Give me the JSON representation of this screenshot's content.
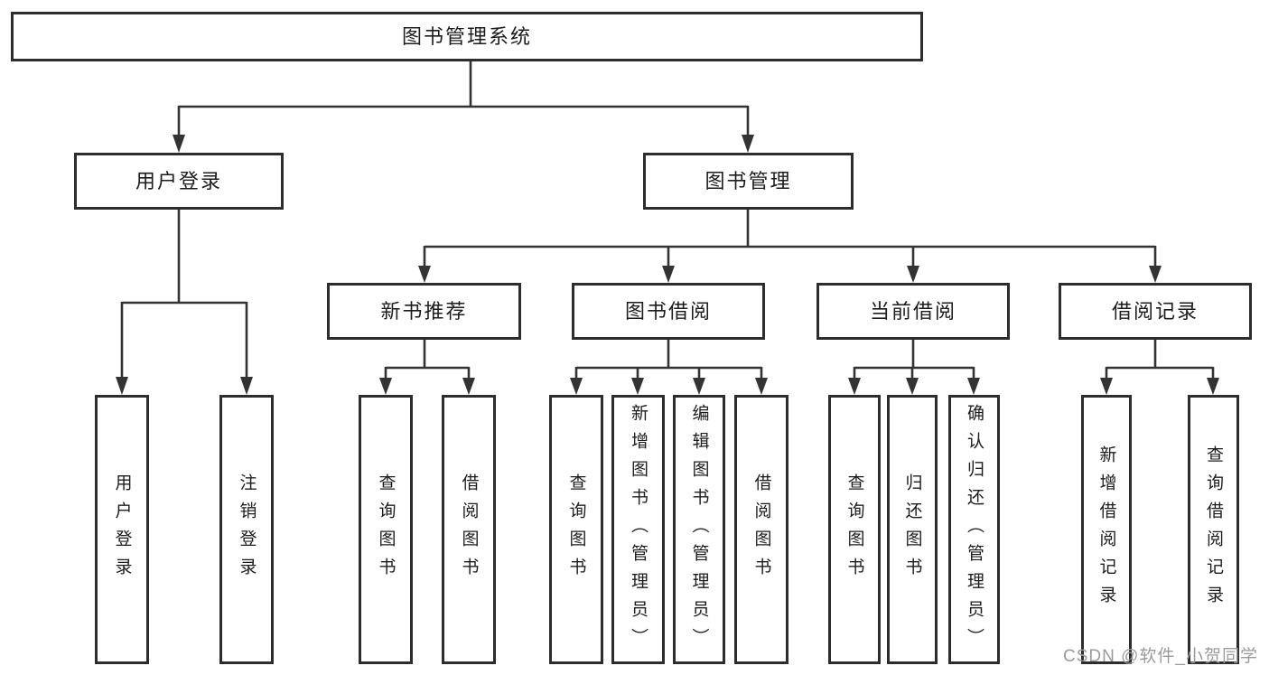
{
  "diagram": {
    "type": "hierarchy-tree",
    "colors": {
      "line": "#333333",
      "box_border": "#2d2d2d",
      "box_fill": "#ffffff",
      "text": "#1c1c1c",
      "watermark": "#9b9b9b",
      "background": "#ffffff"
    },
    "nodes": {
      "root": {
        "label": "图书管理系统",
        "children": [
          "用户登录",
          "图书管理"
        ]
      },
      "user_login": {
        "label": "用户登录",
        "children": [
          "用户登录",
          "注销登录"
        ]
      },
      "book_mgmt": {
        "label": "图书管理",
        "children": [
          "新书推荐",
          "图书借阅",
          "当前借阅",
          "借阅记录"
        ]
      },
      "new_book_rec": {
        "label": "新书推荐",
        "children": [
          "查询图书",
          "借阅图书"
        ]
      },
      "book_borrow": {
        "label": "图书借阅",
        "children": [
          "查询图书",
          "新增图书（管理员）",
          "编辑图书（管理员）",
          "借阅图书"
        ]
      },
      "current_borrow": {
        "label": "当前借阅",
        "children": [
          "查询图书",
          "归还图书",
          "确认归还（管理员）"
        ]
      },
      "borrow_record": {
        "label": "借阅记录",
        "children": [
          "新增借阅记录",
          "查询借阅记录"
        ]
      },
      "leaf_user_login": {
        "label": "用户登录"
      },
      "leaf_logout": {
        "label": "注销登录"
      },
      "leaf_query_book_a": {
        "label": "查询图书"
      },
      "leaf_borrow_book_a": {
        "label": "借阅图书"
      },
      "leaf_query_book_b": {
        "label": "查询图书"
      },
      "leaf_add_book": {
        "label": "新增图书（管理员）"
      },
      "leaf_edit_book": {
        "label": "编辑图书（管理员）"
      },
      "leaf_borrow_book_b": {
        "label": "借阅图书"
      },
      "leaf_query_book_c": {
        "label": "查询图书"
      },
      "leaf_return_book": {
        "label": "归还图书"
      },
      "leaf_confirm_return": {
        "label": "确认归还（管理员）"
      },
      "leaf_add_record": {
        "label": "新增借阅记录"
      },
      "leaf_query_record": {
        "label": "查询借阅记录"
      }
    },
    "watermark": "CSDN @软件_小贺同学"
  }
}
